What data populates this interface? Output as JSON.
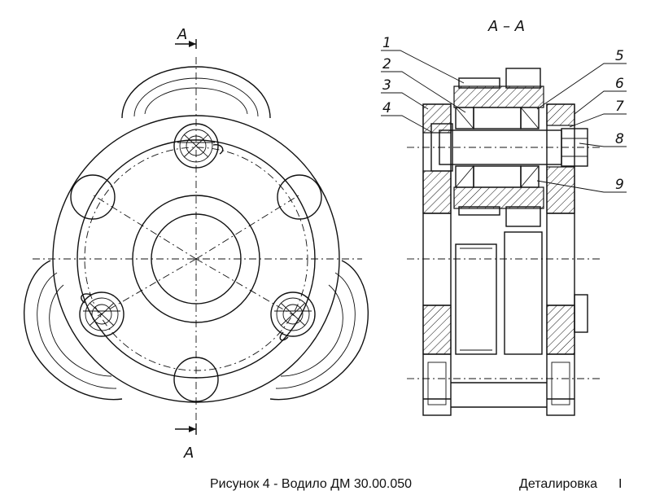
{
  "section_marks": {
    "top": "A",
    "bottom": "A",
    "view_title": "A – A"
  },
  "callouts": [
    "1",
    "2",
    "3",
    "4",
    "5",
    "6",
    "7",
    "8",
    "9"
  ],
  "caption": {
    "figure": "Рисунок 4 -  Водило ДМ 30.00.050",
    "category": "Деталировка",
    "page": "I"
  }
}
